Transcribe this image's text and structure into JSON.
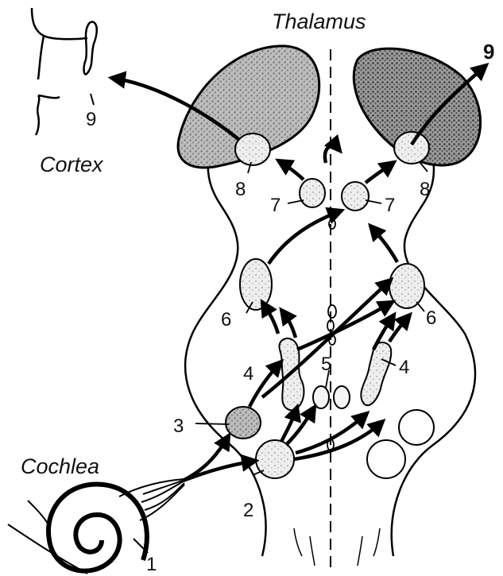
{
  "labels": {
    "thalamus": "Thalamus",
    "cortex": "Cortex",
    "cochlea": "Cochlea"
  },
  "numbers": {
    "n1": "1",
    "n2": "2",
    "n3": "3",
    "n4_left": "4",
    "n4_right": "4",
    "n5": "5",
    "n6_left": "6",
    "n6_right": "6",
    "n7_left": "7",
    "n7_right": "7",
    "n8_left": "8",
    "n8_right": "8",
    "n9_left": "9",
    "n9_right": "9"
  }
}
